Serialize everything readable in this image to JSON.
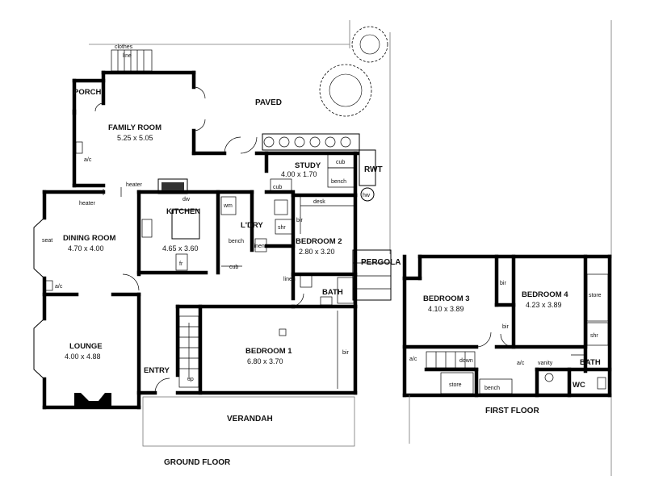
{
  "ground_floor": {
    "title": "GROUND FLOOR",
    "rooms": [
      {
        "name": "FAMILY ROOM",
        "size": "5.25 x 5.05"
      },
      {
        "name": "DINING ROOM",
        "size": "4.70 x 4.00"
      },
      {
        "name": "KITCHEN",
        "size": "4.65 x 3.60"
      },
      {
        "name": "STUDY",
        "size": "4.00 x 1.70"
      },
      {
        "name": "BEDROOM 2",
        "size": "2.80 x 3.20"
      },
      {
        "name": "LOUNGE",
        "size": "4.00 x 4.88"
      },
      {
        "name": "BEDROOM 1",
        "size": "6.80 x 3.70"
      },
      {
        "name": "L'DRY"
      },
      {
        "name": "BATH"
      },
      {
        "name": "ENTRY"
      }
    ],
    "outdoor": {
      "porch": "PORCH",
      "paved": "PAVED",
      "clothes_line": [
        "clothes",
        "line"
      ],
      "rwt": "RWT",
      "hw": "hw",
      "pergola": "PERGOLA",
      "verandah": "VERANDAH"
    },
    "fixtures": {
      "ac": "a/c",
      "heater": "heater",
      "seat": "seat",
      "dw": "dw",
      "fr": "fr",
      "wm": "wm",
      "shr": "shr",
      "bench": "bench",
      "linen": "linen",
      "cub": "cub",
      "desk": "desk",
      "bir": "bir",
      "up": "up"
    }
  },
  "first_floor": {
    "title": "FIRST FLOOR",
    "rooms": [
      {
        "name": "BEDROOM 3",
        "size": "4.10 x 3.89"
      },
      {
        "name": "BEDROOM 4",
        "size": "4.23 x 3.89"
      },
      {
        "name": "BATH"
      },
      {
        "name": "WC"
      }
    ],
    "fixtures": {
      "bir": "bir",
      "store": "store",
      "shr": "shr",
      "ac": "a/c",
      "vanity": "vanity",
      "down": "down",
      "bench": "bench"
    }
  }
}
